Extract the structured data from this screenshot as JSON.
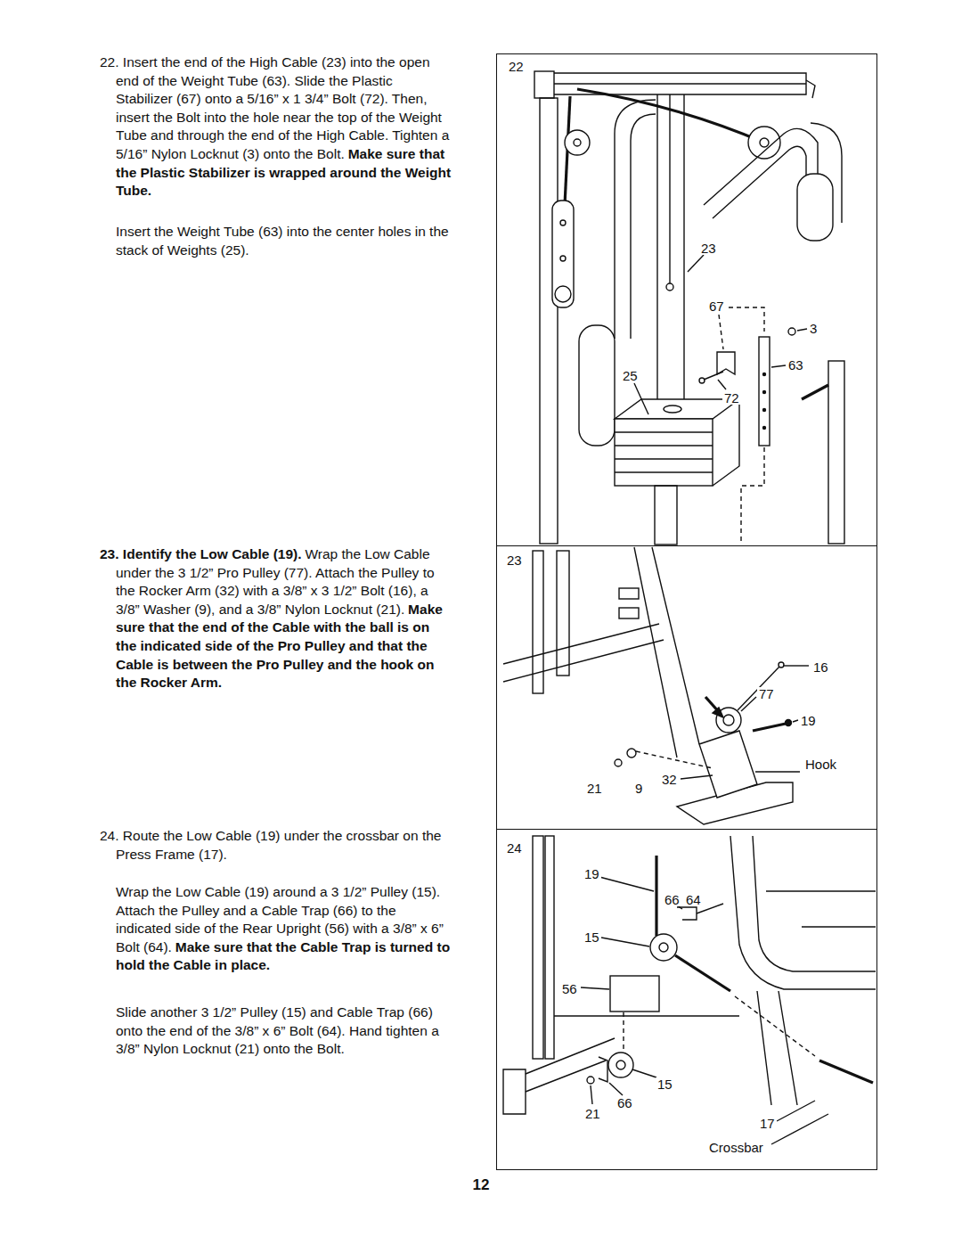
{
  "diagram": {
    "nodes": [
      {
        "text": [
          "22",
          "23",
          "67",
          "3",
          "63",
          "25",
          "72"
        ]
      },
      {
        "text": [
          "23",
          "16",
          "77",
          "19",
          "Hook",
          "32",
          "21",
          "9"
        ]
      },
      {
        "text": [
          "24",
          "19",
          "66",
          "64",
          "15",
          "56",
          "15",
          "66",
          "21",
          "17",
          "Crossbar"
        ]
      }
    ],
    "labels": [
      "22. Insert the end of the High Cable (23) into the open end of the Weight Tube (63). Slide the Plastic Stabilizer (67) onto a 5/16” x 1 3/4” Bolt (72). Then, insert the Bolt into the hole near the top of the Weight Tube and through the end of the High Cable. Tighten a 5/16” Nylon Locknut (3) onto the Bolt.",
      "Make sure that the Plastic Stabilizer is wrapped around the Weight Tube.",
      "Insert the Weight Tube (63) into the center holes in the stack of Weights (25).",
      "23. Identify the Low Cable (19).",
      "Wrap the Low Cable under the 3 1/2” Pro Pulley (77). Attach the Pulley to the Rocker Arm (32) with a 3/8” x 3 1/2” Bolt (16), a 3/8” Washer (9), and a 3/8” Nylon Locknut (21).",
      "Make sure that the end of the Cable with the ball is on the indicated side of the Pro Pulley and that the Cable is between the Pro Pulley and the hook on the Rocker Arm.",
      "24. Route the Low Cable (19) under the crossbar on the Press Frame (17).",
      "Wrap the Low Cable (19) around a 3 1/2” Pulley (15). Attach the Pulley and a Cable Trap (66) to the indicated side of the Rear Upright (56) with a 3/8” x 6” Bolt (64).",
      "Make sure that the Cable Trap is turned to hold the Cable in place.",
      "Slide another 3 1/2” Pulley (15) and Cable Trap (66) onto the end of the 3/8” x 6” Bolt (64). Hand tighten a 3/8” Nylon Locknut (21) onto the Bolt.",
      "12"
    ]
  }
}
